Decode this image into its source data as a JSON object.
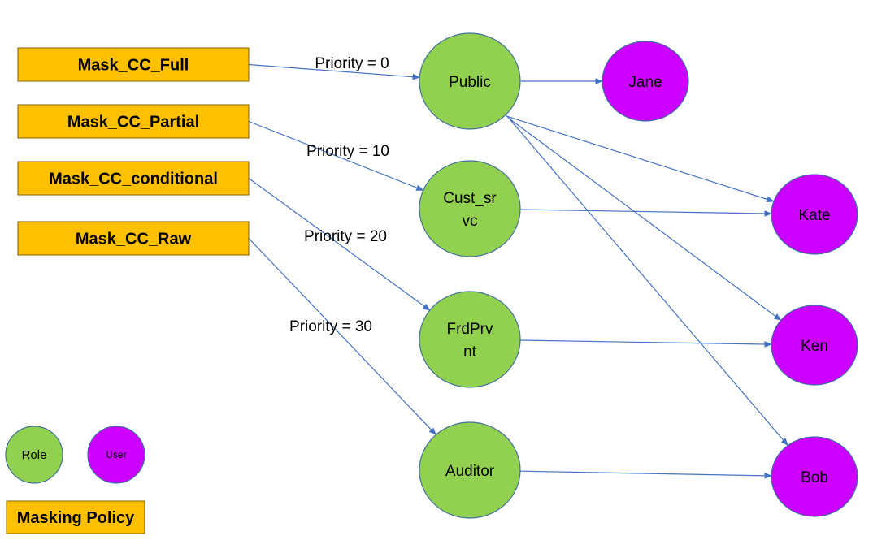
{
  "colors": {
    "policy_fill": "#FFC000",
    "policy_border": "#7F6000",
    "role_fill": "#92D050",
    "role_border": "#41719C",
    "user_fill": "#CC00FF",
    "user_border": "#41719C",
    "edge": "#4472C4"
  },
  "policies": [
    {
      "id": "full",
      "label": "Mask_CC_Full"
    },
    {
      "id": "partial",
      "label": "Mask_CC_Partial"
    },
    {
      "id": "conditional",
      "label": "Mask_CC_conditional"
    },
    {
      "id": "raw",
      "label": "Mask_CC_Raw"
    }
  ],
  "roles": [
    {
      "id": "public",
      "lines": [
        "Public"
      ]
    },
    {
      "id": "cust",
      "lines": [
        "Cust_sr",
        "vc"
      ]
    },
    {
      "id": "frd",
      "lines": [
        "FrdPrv",
        "nt"
      ]
    },
    {
      "id": "auditor",
      "lines": [
        "Auditor"
      ]
    }
  ],
  "users": [
    {
      "id": "jane",
      "label": "Jane"
    },
    {
      "id": "kate",
      "label": "Kate"
    },
    {
      "id": "ken",
      "label": "Ken"
    },
    {
      "id": "bob",
      "label": "Bob"
    }
  ],
  "priority_edges": [
    {
      "from": "full",
      "to": "public",
      "label": "Priority = 0"
    },
    {
      "from": "partial",
      "to": "cust",
      "label": "Priority = 10"
    },
    {
      "from": "conditional",
      "to": "frd",
      "label": "Priority = 20"
    },
    {
      "from": "raw",
      "to": "auditor",
      "label": "Priority = 30"
    }
  ],
  "membership_edges": [
    {
      "from": "public",
      "to": "jane"
    },
    {
      "from": "public",
      "to": "kate"
    },
    {
      "from": "public",
      "to": "ken"
    },
    {
      "from": "public",
      "to": "bob"
    },
    {
      "from": "cust",
      "to": "kate"
    },
    {
      "from": "frd",
      "to": "ken"
    },
    {
      "from": "auditor",
      "to": "bob"
    }
  ],
  "legend": {
    "role": "Role",
    "user": "User",
    "policy": "Masking Policy"
  }
}
